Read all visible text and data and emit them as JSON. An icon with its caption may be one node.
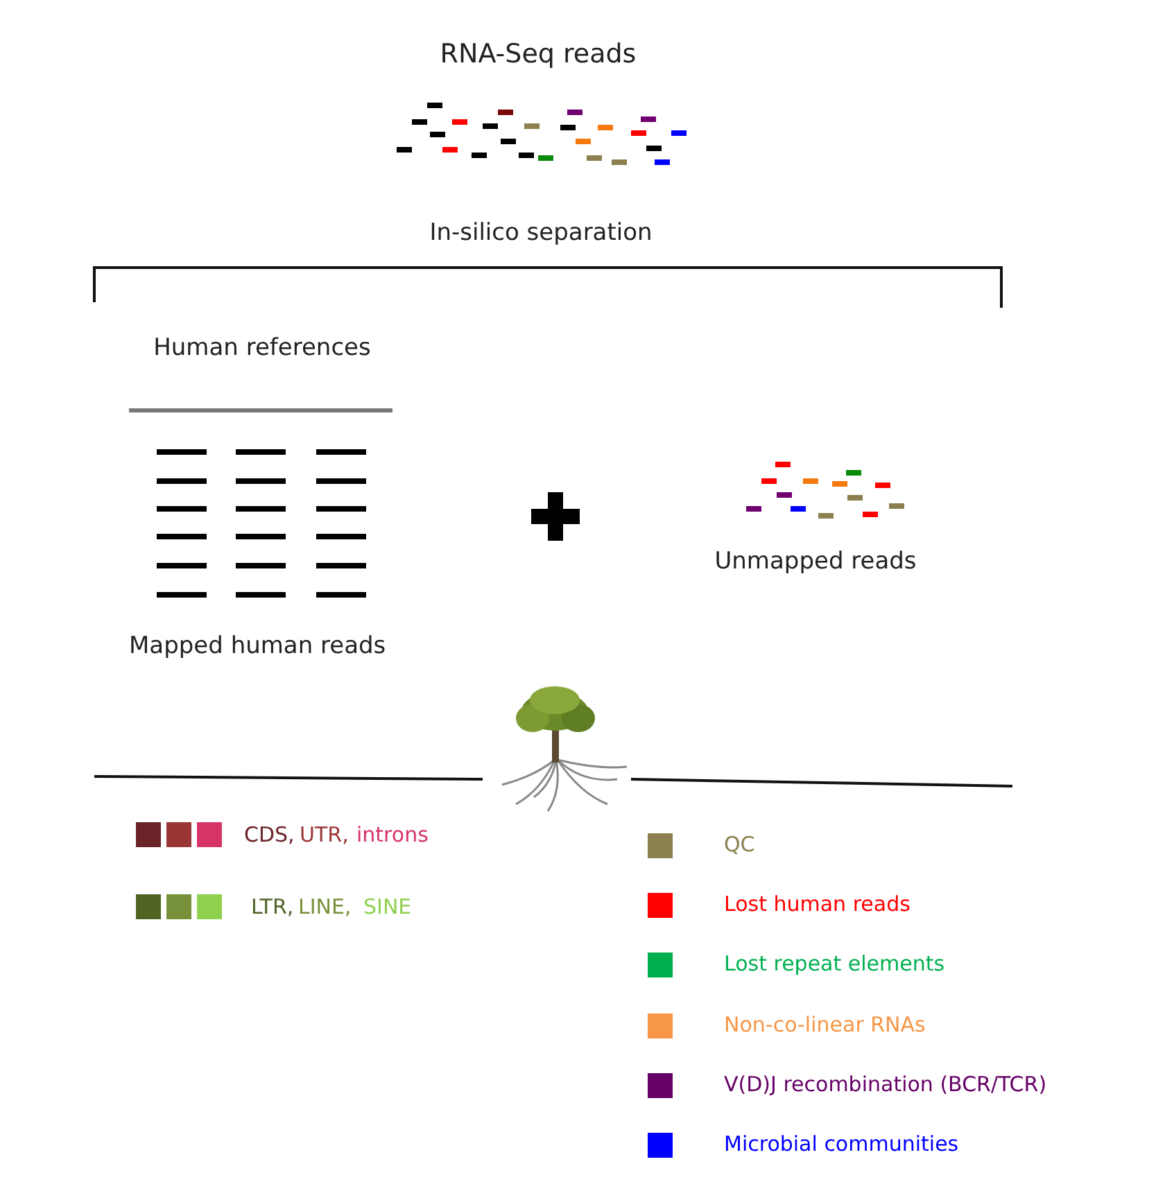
{
  "diagram": {
    "labels": [
      "RNA-Seq reads",
      "In-silico separation",
      "Human references",
      "Mapped human reads",
      "Unmapped reads"
    ],
    "legend": [
      {
        "text": "CDS,",
        "color": "#6a2328"
      },
      {
        "text": "UTR,",
        "color": "#9a3535"
      },
      {
        "text": "introns",
        "color": "#d63366"
      },
      {
        "text": "LTR,",
        "color": "#4f6323"
      },
      {
        "text": "LINE,",
        "color": "#77913a"
      },
      {
        "text": "SINE",
        "color": "#8fd14f"
      },
      {
        "text": "QC",
        "color": "#8c8050"
      },
      {
        "text": "Lost human reads",
        "color": "#ff0000"
      },
      {
        "text": "Lost repeat elements",
        "color": "#00b050"
      },
      {
        "text": "Non-co-linear RNAs",
        "color": "#f79646"
      },
      {
        "text": "V(D)J recombination (BCR/TCR)",
        "color": "#660066"
      },
      {
        "text": "Microbial communities",
        "color": "#0000ff"
      }
    ]
  }
}
